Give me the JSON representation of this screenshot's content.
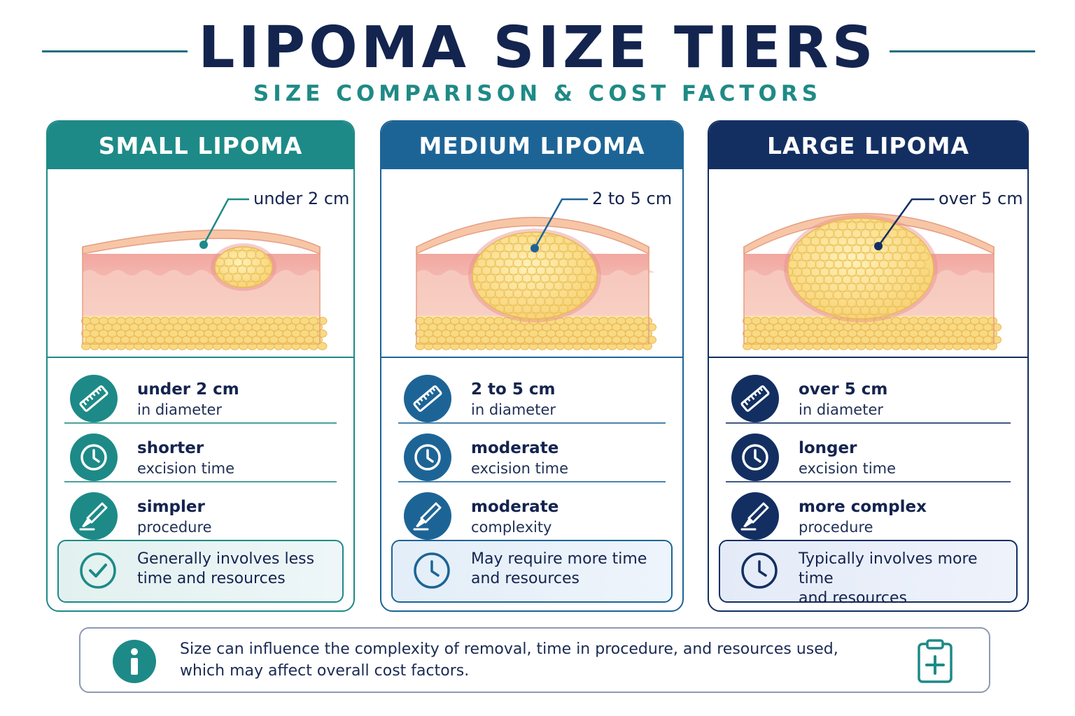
{
  "header": {
    "title": "LIPOMA SIZE TIERS",
    "subtitle": "SIZE COMPARISON & COST FACTORS"
  },
  "colors": {
    "small": "#1d8a87",
    "medium": "#1d6496",
    "large": "#132f62",
    "skin_top": "#f6c6a8",
    "skin_mid": "#f7c8bf",
    "fat": "#f9dd8d"
  },
  "cards": [
    {
      "id": "small",
      "header": "SMALL LIPOMA",
      "callout": "under 2 cm",
      "rows": [
        {
          "icon": "ruler-icon",
          "bold": "under 2 cm",
          "text": "in diameter"
        },
        {
          "icon": "clock-icon",
          "bold": "shorter",
          "text": "excision time"
        },
        {
          "icon": "scalpel-icon",
          "bold": "simpler",
          "text": "procedure"
        }
      ],
      "note_icon": "checkmark-icon",
      "note_line1": "Generally involves less",
      "note_line2": "time and resources"
    },
    {
      "id": "medium",
      "header": "MEDIUM LIPOMA",
      "callout": "2 to 5 cm",
      "rows": [
        {
          "icon": "ruler-icon",
          "bold": "2 to 5 cm",
          "text": "in diameter"
        },
        {
          "icon": "clock-icon",
          "bold": "moderate",
          "text": "excision time"
        },
        {
          "icon": "scalpel-icon",
          "bold": "moderate",
          "text": "complexity"
        }
      ],
      "note_icon": "clock-icon",
      "note_line1": "May require more time",
      "note_line2": "and resources"
    },
    {
      "id": "large",
      "header": "LARGE LIPOMA",
      "callout": "over 5 cm",
      "rows": [
        {
          "icon": "ruler-icon",
          "bold": "over 5 cm",
          "text": "in diameter"
        },
        {
          "icon": "clock-icon",
          "bold": "longer",
          "text": "excision time"
        },
        {
          "icon": "scalpel-icon",
          "bold": "more complex",
          "text": "procedure"
        }
      ],
      "note_icon": "clock-icon",
      "note_line1": "Typically involves more time",
      "note_line2": "and resources"
    }
  ],
  "footer": {
    "icon": "info-icon",
    "line1": "Size can influence the complexity of removal, time in procedure, and resources used,",
    "line2": "which may affect overall cost factors.",
    "right_icon": "clipboard-plus-icon"
  }
}
